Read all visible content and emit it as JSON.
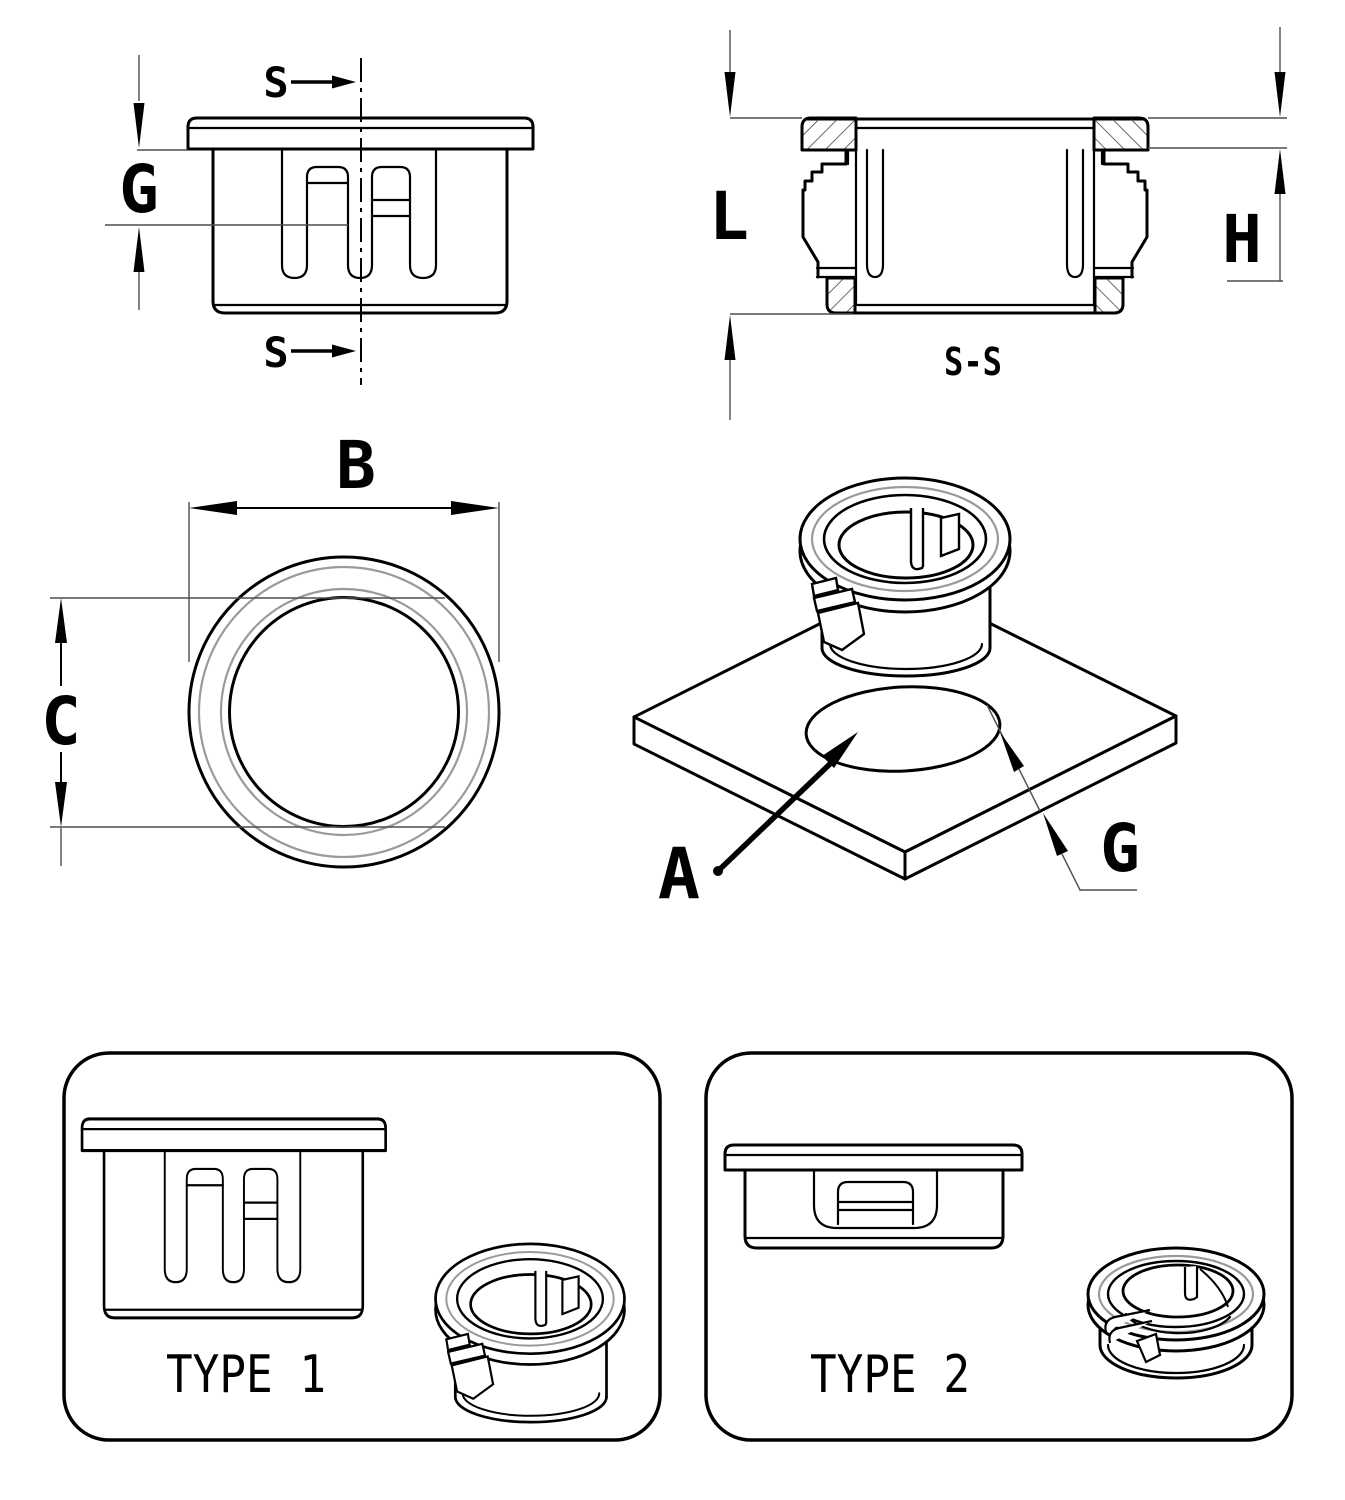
{
  "document": {
    "kind": "technical-drawing-snap-bushing",
    "background": "#ffffff",
    "line_color": "#000000",
    "gray_color": "#9a9a9a"
  },
  "views": {
    "side_view": {
      "dimension_label": "G",
      "section_marker_top": "S",
      "section_marker_bottom": "S"
    },
    "section_view": {
      "title": "S-S",
      "dimension_left": "L",
      "dimension_right": "H"
    },
    "front_view": {
      "dimension_width": "B",
      "dimension_height": "C"
    },
    "iso_view": {
      "callout_hole": "A",
      "callout_panel": "G"
    },
    "type1": {
      "label": "TYPE 1"
    },
    "type2": {
      "label": "TYPE 2"
    }
  }
}
